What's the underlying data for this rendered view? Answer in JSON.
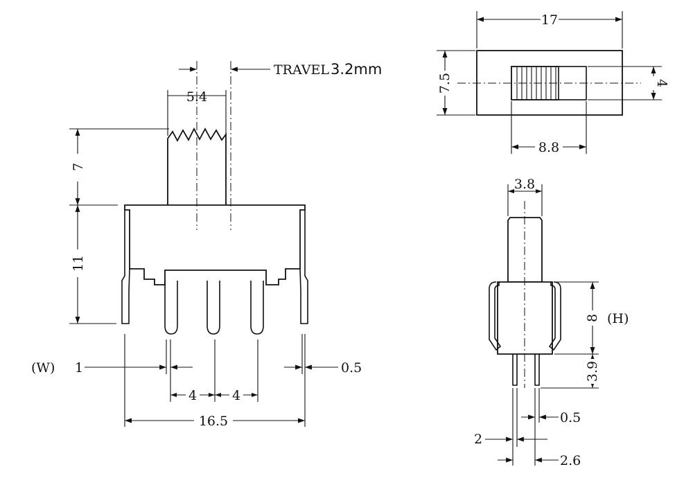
{
  "labels": {
    "travel": "TRAVEL",
    "travel_value": "3.2mm",
    "d_5_4": "5.4",
    "d_7": "7",
    "d_11": "11",
    "d_1": "1",
    "d_w": "(W)",
    "d_0_5_left": "0.5",
    "d_4a": "4",
    "d_4b": "4",
    "d_16_5": "16.5",
    "d_17": "17",
    "d_7_5": "7.5",
    "d_4_top": "4",
    "d_8_8": "8.8",
    "d_3_8": "3.8",
    "d_8": "8",
    "d_h": "(H)",
    "d_3_9": "3.9",
    "d_0_5_side": "0.5",
    "d_2": "2",
    "d_2_6": "2.6"
  }
}
